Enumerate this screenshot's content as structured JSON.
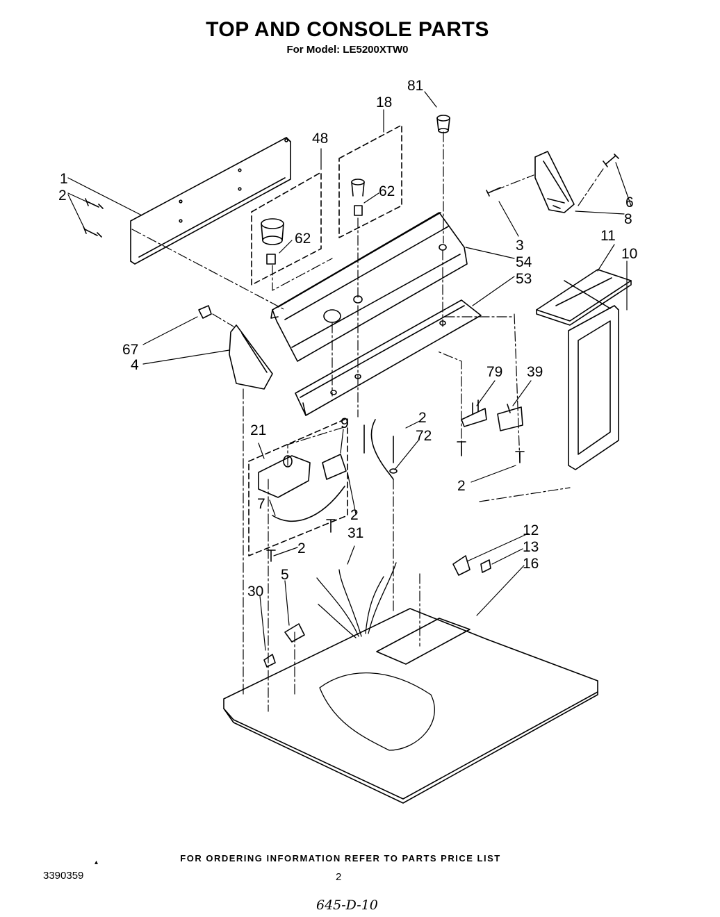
{
  "header": {
    "title": "TOP AND CONSOLE PARTS",
    "subtitle": "For Model: LE5200XTW0"
  },
  "callouts": [
    "81",
    "18",
    "48",
    "62",
    "62",
    "1",
    "2",
    "6",
    "8",
    "3",
    "54",
    "53",
    "11",
    "10",
    "67",
    "4",
    "79",
    "39",
    "21",
    "9",
    "2",
    "72",
    "7",
    "2",
    "2",
    "2",
    "31",
    "12",
    "13",
    "16",
    "5",
    "30"
  ],
  "footer": {
    "note": "FOR ORDERING INFORMATION REFER TO PARTS PRICE LIST",
    "doc_number": "3390359",
    "page_number": "2",
    "handwritten": "645-D-10",
    "mark": "▴"
  }
}
